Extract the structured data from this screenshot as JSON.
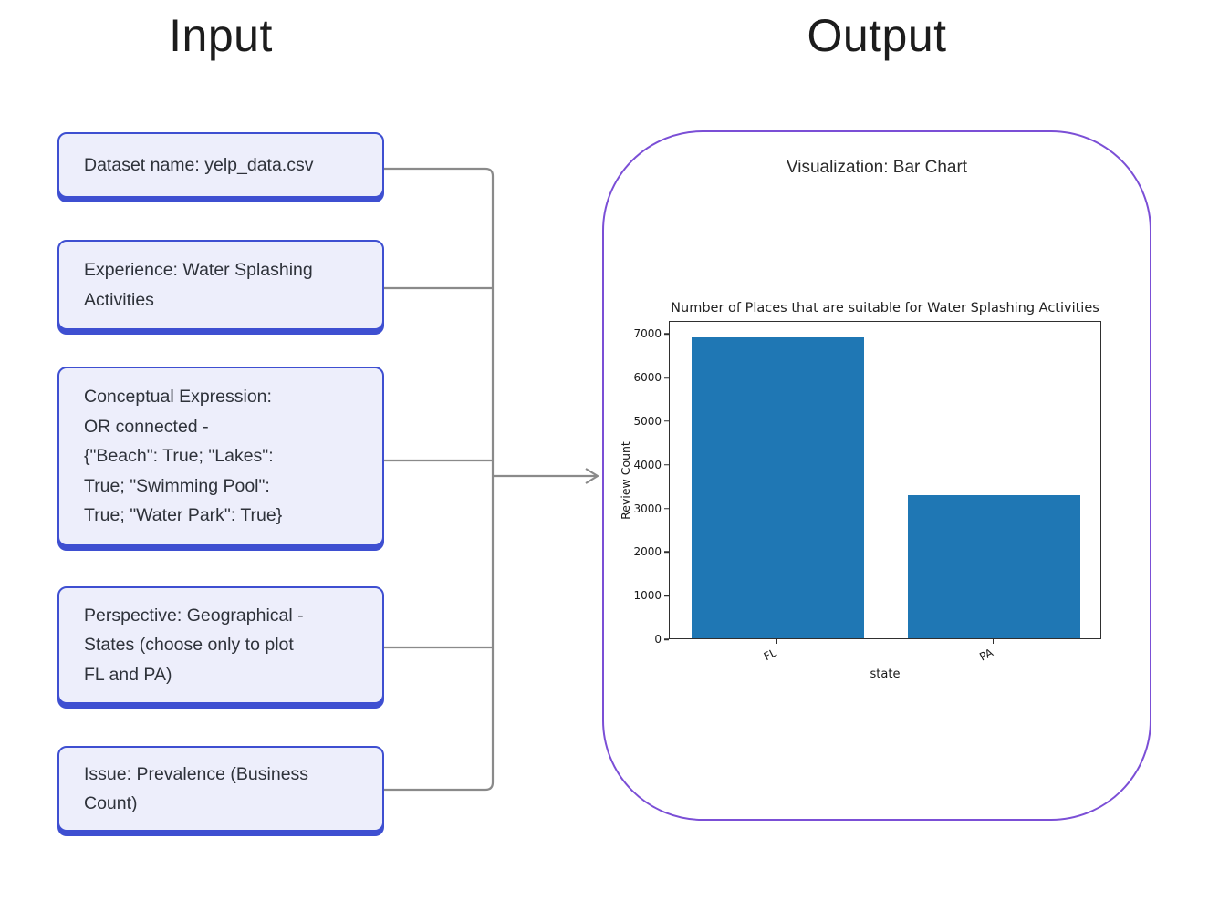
{
  "headers": {
    "input": "Input",
    "output": "Output"
  },
  "output_panel": {
    "viz_label": "Visualization: Bar Chart"
  },
  "input_boxes": [
    {
      "lines": [
        "Dataset name: yelp_data.csv"
      ]
    },
    {
      "lines": [
        "Experience: Water Splashing",
        "Activities"
      ]
    },
    {
      "lines": [
        "Conceptual Expression:",
        "OR connected -",
        "{\"Beach\": True; \"Lakes\":",
        "True; \"Swimming Pool\":",
        "True; \"Water Park\": True}"
      ]
    },
    {
      "lines": [
        "Perspective: Geographical -",
        "States (choose only to plot",
        "FL and PA)"
      ]
    },
    {
      "lines": [
        "Issue: Prevalence (Business",
        "Count)"
      ]
    }
  ],
  "chart_data": {
    "type": "bar",
    "title": "Number of Places that are suitable for Water Splashing Activities",
    "xlabel": "state",
    "ylabel": "Review Count",
    "categories": [
      "FL",
      "PA"
    ],
    "values": [
      6900,
      3280
    ],
    "yticks": [
      0,
      1000,
      2000,
      3000,
      4000,
      5000,
      6000,
      7000
    ],
    "ylim": [
      0,
      7300
    ],
    "bar_color": "#1f77b4",
    "grid": false,
    "legend": "none"
  },
  "colors": {
    "boxBorder": "#3e4fd1",
    "boxFill": "#edeefb",
    "connector": "#8a8a8a",
    "outputBorder": "#7b4fd6"
  }
}
